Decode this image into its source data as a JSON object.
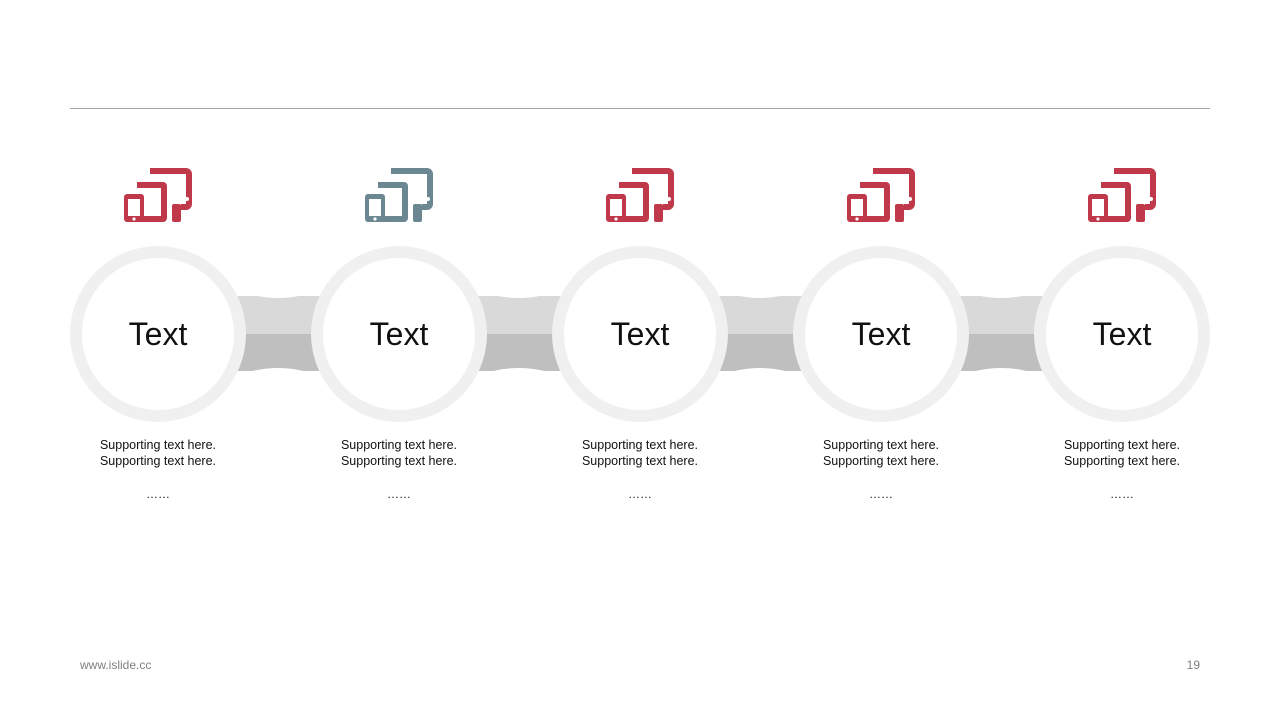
{
  "steps": [
    {
      "title": "Text",
      "line1": "Supporting  text here.",
      "line2": "Supporting  text here.",
      "ellipsis": "……",
      "icon": "devices-icon",
      "color": "#c0394b"
    },
    {
      "title": "Text",
      "line1": "Supporting  text here.",
      "line2": "Supporting  text here.",
      "ellipsis": "……",
      "icon": "devices-icon",
      "color": "#6b8791"
    },
    {
      "title": "Text",
      "line1": "Supporting  text here.",
      "line2": "Supporting  text here.",
      "ellipsis": "……",
      "icon": "devices-icon",
      "color": "#c0394b"
    },
    {
      "title": "Text",
      "line1": "Supporting  text here.",
      "line2": "Supporting  text here.",
      "ellipsis": "……",
      "icon": "devices-icon",
      "color": "#c0394b"
    },
    {
      "title": "Text",
      "line1": "Supporting  text here.",
      "line2": "Supporting  text here.",
      "ellipsis": "……",
      "icon": "devices-icon",
      "color": "#c0394b"
    }
  ],
  "footer": {
    "url": "www.islide.cc",
    "page": "19"
  },
  "colors": {
    "accent": "#c0394b",
    "secondary": "#6b8791",
    "ring": "#f0f0f0",
    "band_light": "#d9d9d9",
    "band_dark": "#bfbfbf"
  }
}
